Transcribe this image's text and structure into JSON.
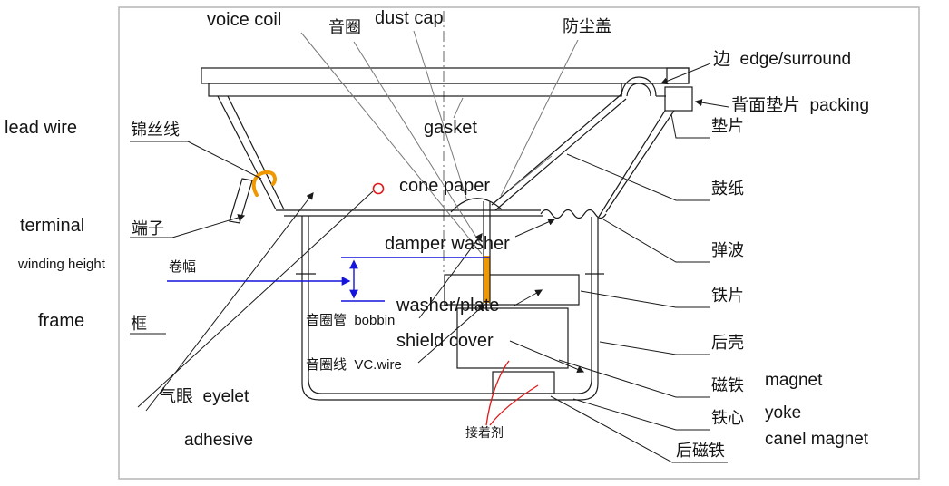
{
  "figure": {
    "title": "Speaker cross-section parts diagram",
    "colors": {
      "outline": "#1a1a1a",
      "leader_gray": "#787878",
      "dimension_blue": "#1414dc",
      "coil_orange": "#f09800",
      "accent_red": "#e01818",
      "border_gray": "#b5b5b5"
    },
    "labels": {
      "voice_coil_en": "voice coil",
      "voice_coil_zh": "音圈",
      "dust_cap_en": "dust cap",
      "dust_cap_zh": "防尘盖",
      "edge_surround": "边  edge/surround",
      "packing": "背面垫片  packing",
      "pad_zh": "垫片",
      "lead_wire_en": "lead wire",
      "lead_wire_zh": "锦丝线",
      "gasket_en": "gasket",
      "cone_paper_en": "cone paper",
      "cone_paper_zh": "鼓纸",
      "terminal_en": "terminal",
      "terminal_zh": "端子",
      "damper_washer_en": "damper washer",
      "damper_zh": "弹波",
      "winding_height_en": "winding height",
      "winding_height_zh": "卷幅",
      "washer_plate_en": "washer/plate",
      "washer_zh": "铁片",
      "frame_en": "frame",
      "frame_zh": "框",
      "bobbin": "音圈管  bobbin",
      "shield_cover_en": "shield cover",
      "shield_cover_zh": "后壳",
      "vc_wire": "音圈线  VC.wire",
      "magnet_zh": "磁铁",
      "magnet_en": "magnet",
      "eyelet": "气眼  eyelet",
      "yoke_zh": "铁心",
      "yoke_en": "yoke",
      "adhesive_en": "adhesive",
      "adhesive_zh": "接着剂",
      "canel_magnet_en": "canel magnet",
      "rear_magnet_zh": "后磁铁"
    }
  }
}
